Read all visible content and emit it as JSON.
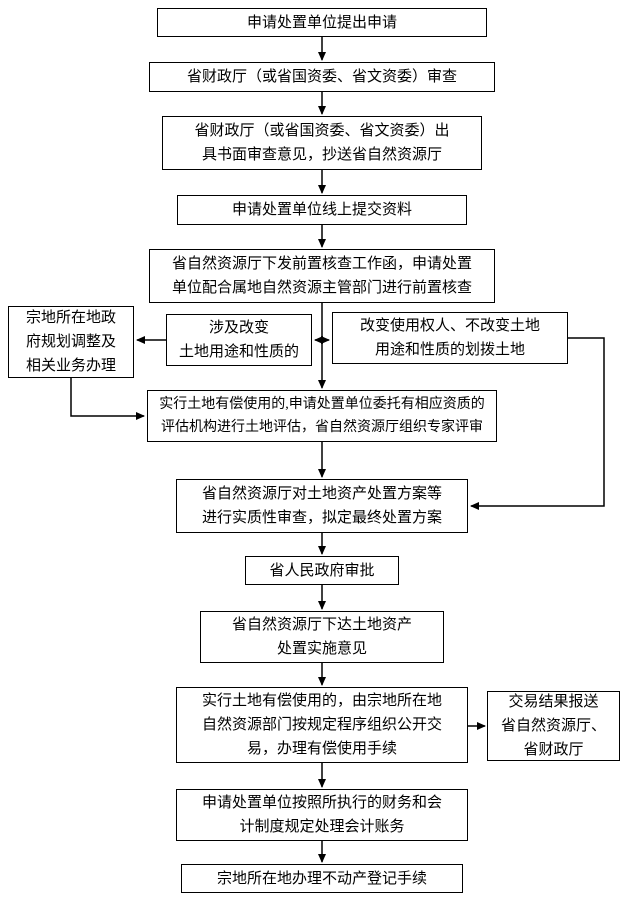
{
  "diagram": {
    "type": "flowchart",
    "colors": {
      "background": "#ffffff",
      "box_border": "#000000",
      "line": "#000000",
      "text": "#000000"
    },
    "nodes": {
      "apply": {
        "text": "申请处置单位提出申请"
      },
      "finance": {
        "text": "省财政厅（或省国资委、省文资委）审查"
      },
      "written": {
        "text": "省财政厅（或省国资委、省文资委）出\n具书面审查意见，抄送省自然资源厅"
      },
      "online": {
        "text": "申请处置单位线上提交资料"
      },
      "precheck": {
        "text": "省自然资源厅下发前置核查工作函，申请处置\n单位配合属地自然资源主管部门进行前置核查"
      },
      "change": {
        "text": "涉及改变\n土地用途和性质的"
      },
      "alloc": {
        "text": "改变使用权人、不改变土地\n用途和性质的划拨土地"
      },
      "plan": {
        "text": "宗地所在地政\n府规划调整及\n相关业务办理"
      },
      "eval": {
        "text": "实行土地有偿使用的,申请处置单位委托有相应资质的\n评估机构进行土地评估，省自然资源厅组织专家评审"
      },
      "subst": {
        "text": "省自然资源厅对土地资产处置方案等\n进行实质性审查，拟定最终处置方案"
      },
      "gov": {
        "text": "省人民政府审批"
      },
      "impl": {
        "text": "省自然资源厅下达土地资产\n处置实施意见"
      },
      "trade": {
        "text": "实行土地有偿使用的，由宗地所在地\n自然资源部门按规定程序组织公开交\n易，办理有偿使用手续"
      },
      "report": {
        "text": "交易结果报送\n省自然资源厅、\n省财政厅"
      },
      "acct": {
        "text": "申请处置单位按照所执行的财务和会\n计制度规定处理会计账务"
      },
      "reg": {
        "text": "宗地所在地办理不动产登记手续"
      }
    },
    "edges": [
      {
        "from": "apply",
        "to": "finance"
      },
      {
        "from": "finance",
        "to": "written"
      },
      {
        "from": "written",
        "to": "online"
      },
      {
        "from": "online",
        "to": "precheck"
      },
      {
        "from": "precheck",
        "to": "change"
      },
      {
        "from": "precheck",
        "to": "alloc"
      },
      {
        "from": "precheck",
        "to": "eval"
      },
      {
        "from": "change",
        "to": "plan"
      },
      {
        "from": "plan",
        "to": "eval"
      },
      {
        "from": "eval",
        "to": "subst"
      },
      {
        "from": "alloc",
        "to": "subst"
      },
      {
        "from": "subst",
        "to": "gov"
      },
      {
        "from": "gov",
        "to": "impl"
      },
      {
        "from": "impl",
        "to": "trade"
      },
      {
        "from": "trade",
        "to": "report"
      },
      {
        "from": "trade",
        "to": "acct"
      },
      {
        "from": "acct",
        "to": "reg"
      }
    ]
  }
}
